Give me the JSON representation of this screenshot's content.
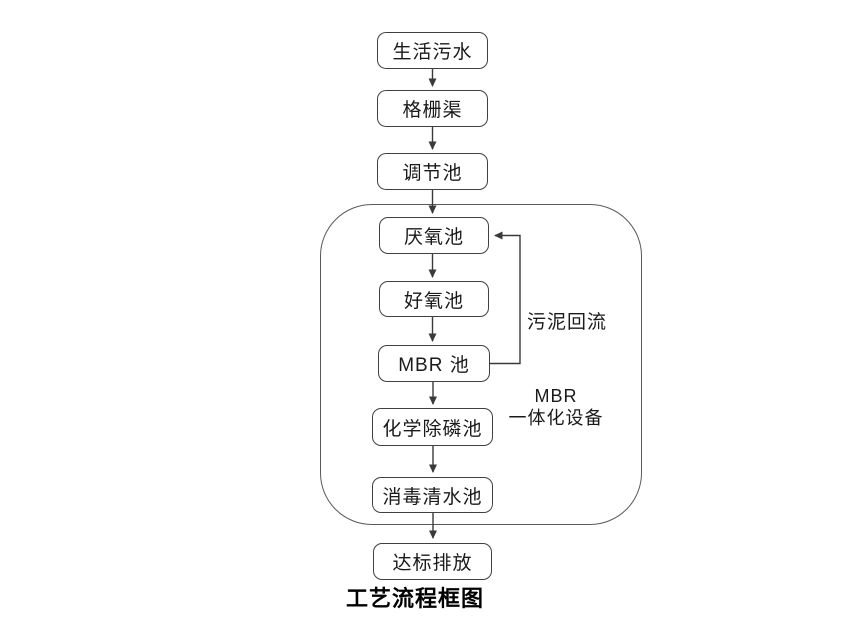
{
  "diagram": {
    "caption": "工艺流程框图",
    "nodes": [
      {
        "id": "domestic-sewage",
        "label": "生活污水"
      },
      {
        "id": "grid-channel",
        "label": "格栅渠"
      },
      {
        "id": "regulating-tank",
        "label": "调节池"
      },
      {
        "id": "anaerobic-tank",
        "label": "厌氧池"
      },
      {
        "id": "aerobic-tank",
        "label": "好氧池"
      },
      {
        "id": "mbr-tank",
        "label": "MBR 池"
      },
      {
        "id": "chemical-phosphorus-tank",
        "label": "化学除磷池"
      },
      {
        "id": "disinfection-clearwater-tank",
        "label": "消毒清水池"
      },
      {
        "id": "standard-discharge",
        "label": "达标排放"
      }
    ],
    "annotations": {
      "sludge_return": "污泥回流",
      "mbr_unit_line1": "MBR",
      "mbr_unit_line2": "一体化设备"
    },
    "flow_edges": [
      "生活污水→格栅渠",
      "格栅渠→调节池",
      "调节池→厌氧池",
      "厌氧池→好氧池",
      "好氧池→MBR 池",
      "MBR 池→化学除磷池",
      "化学除磷池→消毒清水池",
      "消毒清水池→达标排放",
      "MBR 池→厌氧池 (污泥回流)"
    ],
    "colors": {
      "background": "#ffffff",
      "box_border": "#404040",
      "container_border": "#595959",
      "arrow": "#3a3a3a",
      "text": "#1a1a1a"
    }
  }
}
